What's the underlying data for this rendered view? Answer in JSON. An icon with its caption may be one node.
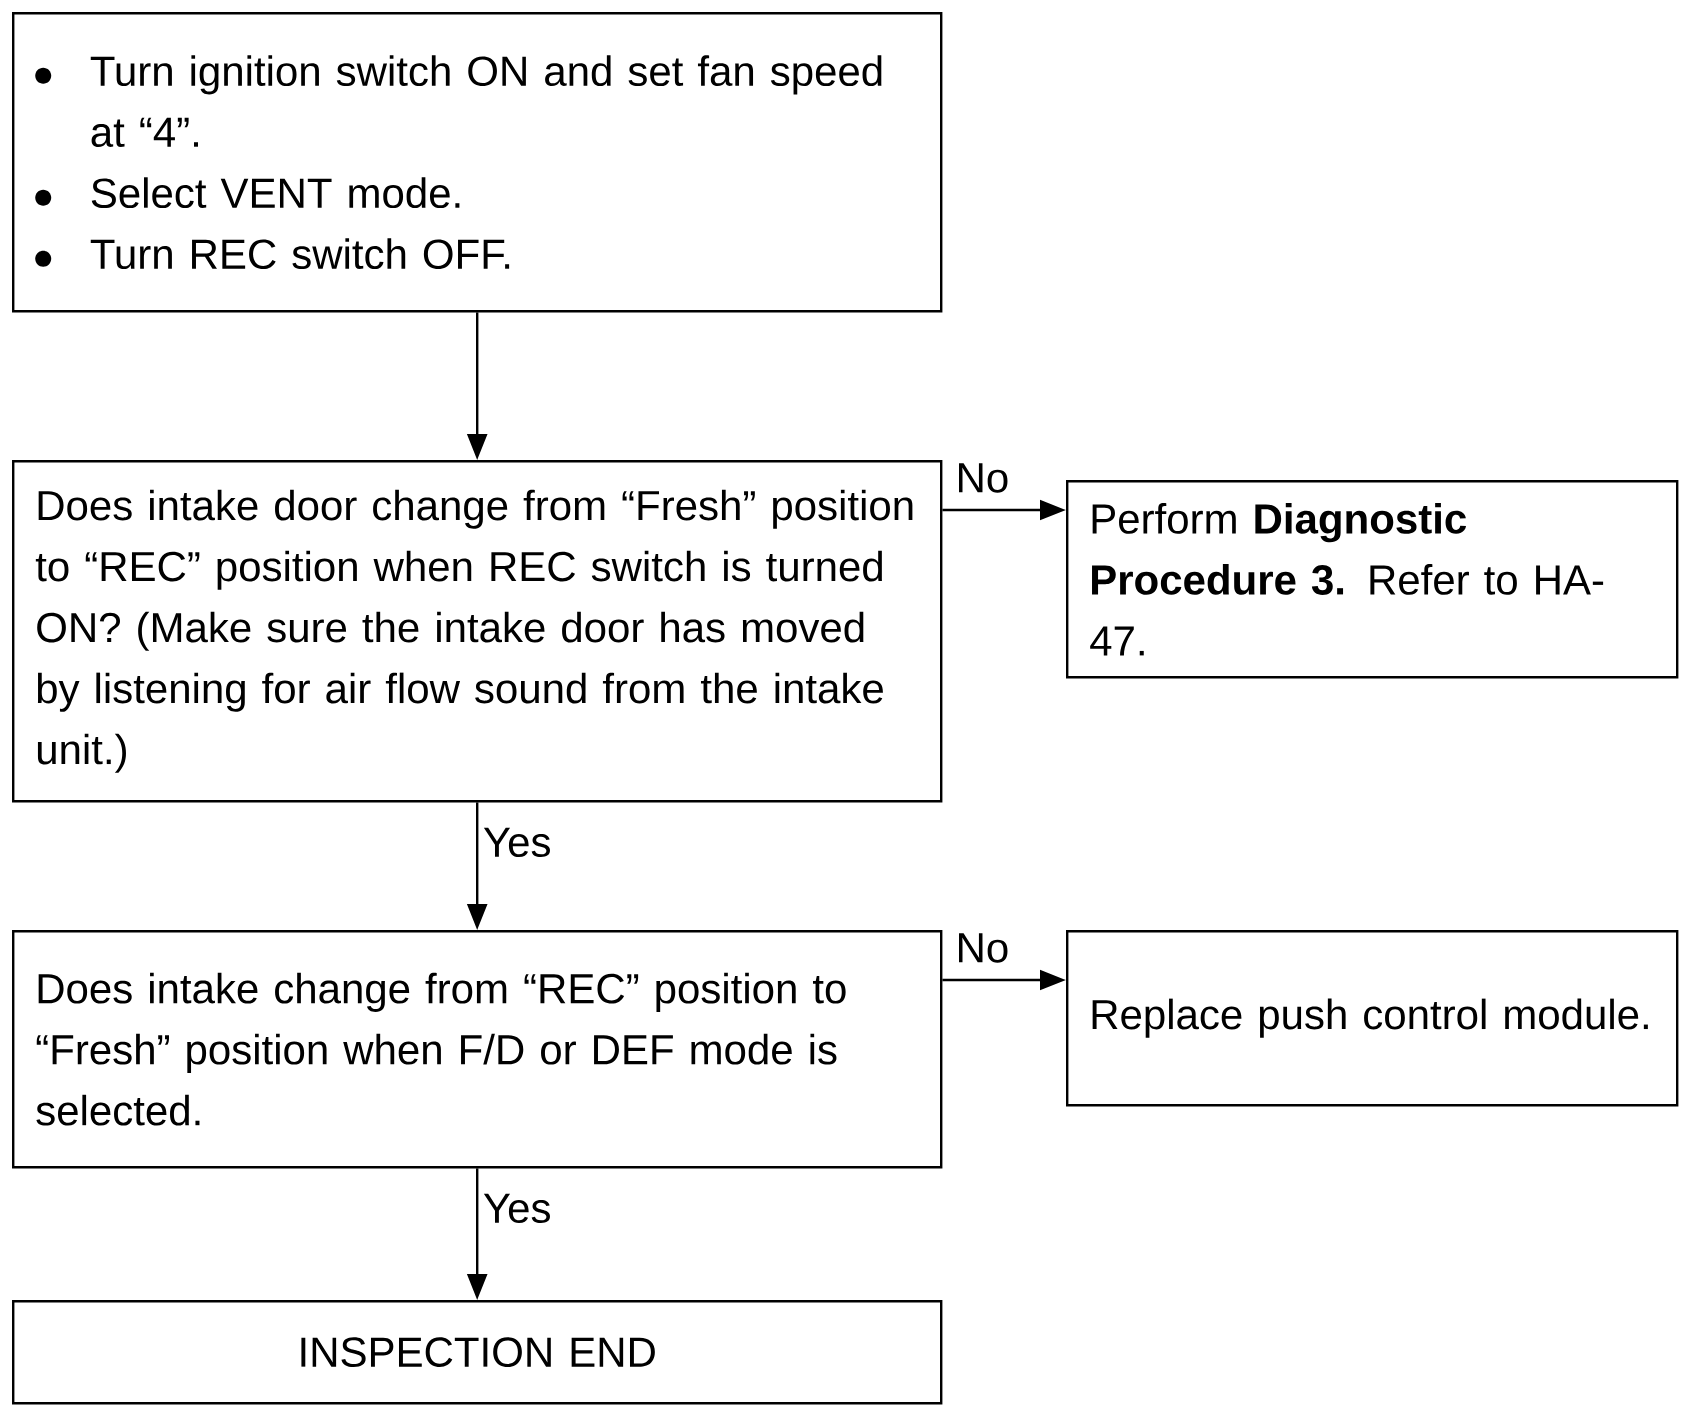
{
  "diagram": {
    "nodes": [
      {
        "text": [
          "Turn ignition switch ON and set fan speed at “4”.",
          "Select VENT mode.",
          "Turn REC switch OFF."
        ]
      },
      {
        "text": [
          "Does intake door change from “Fresh” position to “REC” position when REC switch is turned ON? (Make sure the intake door has moved by listening for air flow sound from the intake unit.)"
        ]
      },
      {
        "text": [
          "Perform **Diagnostic Procedure 3.** Refer to HA-47."
        ]
      },
      {
        "text": [
          "Does intake change from “REC” position to “Fresh” position when F/D or DEF mode is selected."
        ]
      },
      {
        "text": [
          "Replace push control module."
        ]
      },
      {
        "text": [
          "INSPECTION END"
        ]
      }
    ],
    "edges": [
      {
        "from": 0,
        "to": 1,
        "arrow": "to"
      },
      {
        "from": 1,
        "to": 2,
        "arrow": "to",
        "label": "No"
      },
      {
        "from": 1,
        "to": 3,
        "arrow": "to",
        "label": "Yes"
      },
      {
        "from": 3,
        "to": 4,
        "arrow": "to",
        "label": "No"
      },
      {
        "from": 3,
        "to": 5,
        "arrow": "to",
        "label": "Yes"
      }
    ]
  }
}
